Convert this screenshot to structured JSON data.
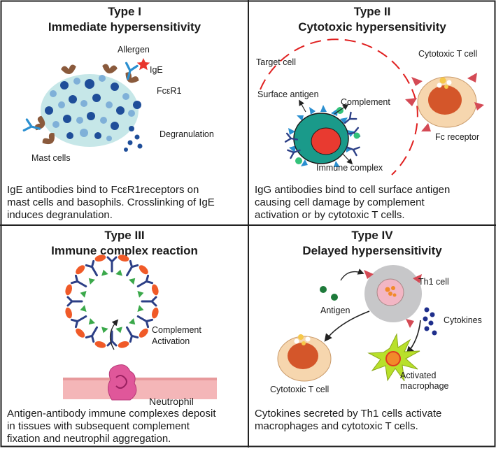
{
  "panels": {
    "type1": {
      "title": "Type I",
      "subtitle": "Immediate hypersensitivity",
      "labels": {
        "allergen": "Allergen",
        "ige": "IgE",
        "fcer1": "FcεR1",
        "degranulation": "Degranulation",
        "mast_cells": "Mast cells"
      },
      "description": [
        "IgE antibodies bind to FcεR1receptors on",
        "mast cells and basophils. Crosslinking of IgE",
        "induces degranulation."
      ]
    },
    "type2": {
      "title": "Type II",
      "subtitle": "Cytotoxic hypersensitivity",
      "labels": {
        "target_cell": "Target cell",
        "cytotoxic_t_cell": "Cytotoxic T cell",
        "surface_antigen": "Surface antigen",
        "complement": "Complement",
        "fc_receptor": "Fc receptor",
        "immune_complex": "Immune complex"
      },
      "description": [
        "IgG antibodies bind to cell surface antigen",
        "causing cell damage by complement",
        "activation or by cytotoxic T cells."
      ]
    },
    "type3": {
      "title": "Type III",
      "subtitle": "Immune complex reaction",
      "labels": {
        "complement_activation_1": "Complement",
        "complement_activation_2": "Activation",
        "neutrophil": "Neutrophil"
      },
      "description": [
        "Antigen-antibody immune complexes deposit",
        "in tissues with subsequent complement",
        "fixation and neutrophil aggregation."
      ]
    },
    "type4": {
      "title": "Type IV",
      "subtitle": "Delayed hypersensitivity",
      "labels": {
        "th1_cell": "Th1 cell",
        "antigen": "Antigen",
        "cytokines": "Cytokines",
        "cytotoxic_t_cell": "Cytotoxic T cell",
        "activated_1": "Activated",
        "activated_2": "macrophage"
      },
      "description": [
        "Cytokines secreted by Th1 cells activate",
        "macrophages and cytotoxic T cells."
      ]
    }
  },
  "colors": {
    "mast_cell": "#c6e7e8",
    "granule_dark": "#1f4e99",
    "granule_light": "#7fb0d8",
    "antibody": "#2a8fd0",
    "receptor": "#8a5a3c",
    "allergen": "#e8352d",
    "target_cell": "#1a9a8a",
    "nucleus_red": "#e83a30",
    "t_cell_outer": "#f6d6ae",
    "t_cell_nucleus": "#d4562a",
    "neutrophil": "#e0579a",
    "tissue": "#f4b6b8",
    "macrophage": "#b8e02a",
    "th1_outer": "#c7c7c9",
    "dashed": "#e02020"
  }
}
